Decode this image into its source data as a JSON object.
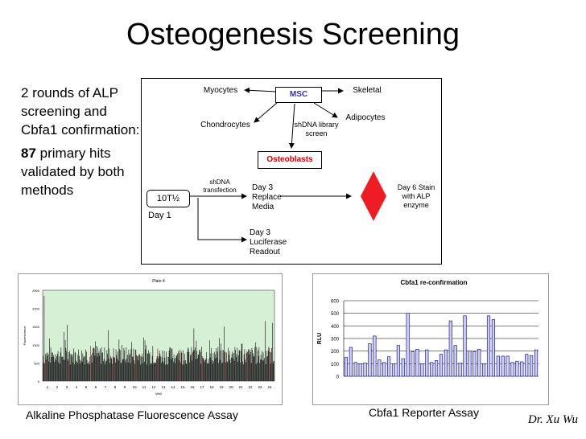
{
  "title": "Osteogenesis Screening",
  "left": {
    "line1": "2 rounds of ALP screening and Cbfa1 confirmation:",
    "hits_number": "87",
    "hits_text": " primary hits validated by both methods"
  },
  "diagram": {
    "myocytes": "Myocytes",
    "msc": "MSC",
    "skeletal": "Skeletal",
    "chondrocytes": "Chondrocytes",
    "adipocytes": "Adipocytes",
    "shdna_library": "shDNA library screen",
    "osteoblasts": "Osteoblasts",
    "cell_line": "10T½",
    "day1": "Day 1",
    "transfection": "shDNA transfection",
    "day3_replace": "Day 3 Replace Media",
    "day6": "Day 6 Stain with ALP enzyme",
    "day3_luciferase": "Day 3 Luciferase Readout"
  },
  "colors": {
    "msc_text": "#3333aa",
    "osteoblasts_text": "#cc0000",
    "diamond": "#ee1c24",
    "bar_fill": "#ccccff",
    "bar_stroke": "#000080"
  },
  "captions": {
    "alp": "Alkaline Phosphatase Fluorescence Assay",
    "cbfa": "Cbfa1 Reporter Assay",
    "author": "Dr. Xu Wu"
  },
  "chart_data": [
    {
      "type": "bar",
      "title": "Plate 4",
      "ylabel": "Fluorescence",
      "xlabel": "Well",
      "ylim": [
        0,
        2500
      ],
      "yticks": [
        0,
        500,
        1000,
        1500,
        2000,
        2500
      ],
      "xticks": [
        "1",
        "2",
        "3",
        "4",
        "5",
        "6",
        "7",
        "8",
        "9",
        "10",
        "11",
        "12",
        "13",
        "14",
        "15",
        "16",
        "17",
        "18",
        "19",
        "20",
        "21",
        "22",
        "23",
        "24"
      ],
      "grid": false
    },
    {
      "type": "bar",
      "title": "Cbfa1 re-confirmation",
      "ylabel": "RLU",
      "ylim": [
        0,
        600
      ],
      "yticks": [
        0,
        100,
        200,
        300,
        400,
        500,
        600
      ],
      "values": [
        150,
        230,
        110,
        100,
        105,
        260,
        320,
        130,
        110,
        155,
        100,
        245,
        140,
        500,
        195,
        215,
        100,
        210,
        110,
        125,
        175,
        210,
        440,
        245,
        105,
        480,
        200,
        195,
        215,
        100,
        480,
        450,
        160,
        160,
        160,
        110,
        120,
        115,
        175,
        165,
        210
      ],
      "grid": true
    }
  ]
}
